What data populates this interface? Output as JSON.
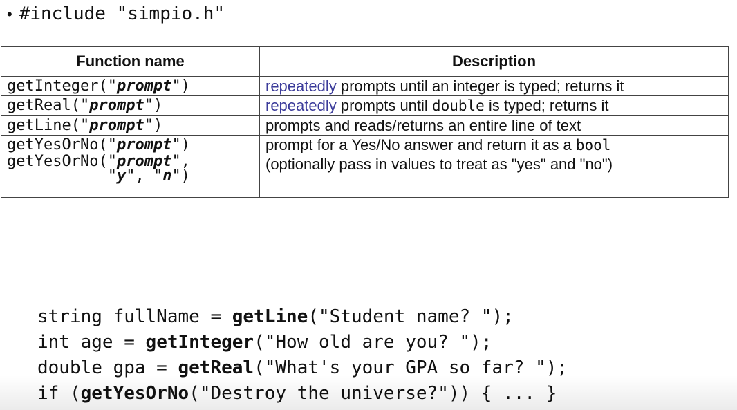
{
  "include_line": "#include \"simpio.h\"",
  "table": {
    "headers": [
      "Function name",
      "Description"
    ],
    "rows": [
      {
        "fn": [
          {
            "pre": "getInteger(\"",
            "arg": "prompt",
            "post": "\")"
          }
        ],
        "desc_hl": "repeatedly",
        "desc_a": " prompts until an integer is typed; returns it",
        "desc_mono": "",
        "desc_b": "",
        "desc_line2": ""
      },
      {
        "fn": [
          {
            "pre": "getReal(\"",
            "arg": "prompt",
            "post": "\")"
          }
        ],
        "desc_hl": "repeatedly",
        "desc_a": " prompts until ",
        "desc_mono": "double",
        "desc_b": " is typed;  returns it",
        "desc_line2": ""
      },
      {
        "fn": [
          {
            "pre": "getLine(\"",
            "arg": "prompt",
            "post": "\")"
          }
        ],
        "desc_hl": "",
        "desc_a": "prompts and reads/returns an entire line of text",
        "desc_mono": "",
        "desc_b": "",
        "desc_line2": ""
      },
      {
        "fn": [
          {
            "pre": "getYesOrNo(\"",
            "arg": "prompt",
            "post": "\")"
          },
          {
            "pre": "getYesOrNo(\"",
            "arg": "prompt",
            "post": "\","
          },
          {
            "pre": "           \"",
            "arg": "y",
            "post": "\", \"",
            "arg2": "n",
            "post2": "\")"
          }
        ],
        "desc_hl": "",
        "desc_a": "prompt for a Yes/No answer and return it as a ",
        "desc_mono": "bool",
        "desc_b": "",
        "desc_line2": "(optionally pass in values to treat as \"yes\" and \"no\")"
      }
    ]
  },
  "code": [
    {
      "a": "string fullName = ",
      "kw": "getLine",
      "b": "(\"Student name? \");"
    },
    {
      "a": "int age = ",
      "kw": "getInteger",
      "b": "(\"How old are you? \");"
    },
    {
      "a": "double gpa = ",
      "kw": "getReal",
      "b": "(\"What's your GPA so far? \");"
    },
    {
      "a": "if (",
      "kw": "getYesOrNo",
      "b": "(\"Destroy the universe?\")) { ... }"
    }
  ]
}
